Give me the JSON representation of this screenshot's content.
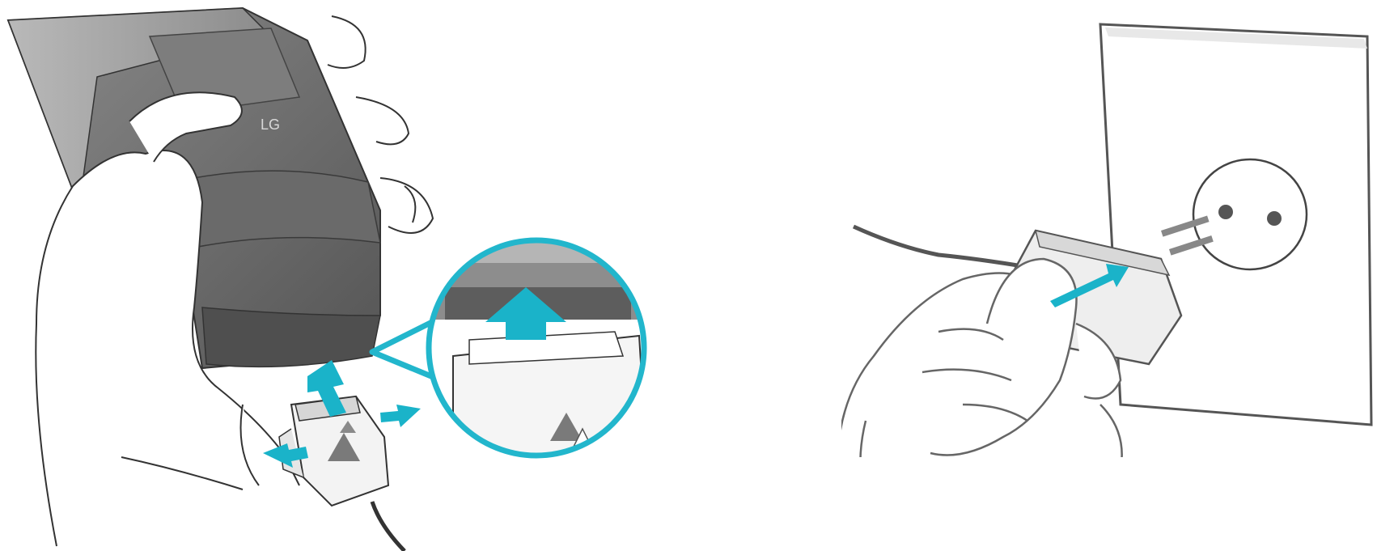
{
  "figure": {
    "panels": [
      {
        "id": "connect-charger-to-phone"
      },
      {
        "id": "plug-adapter-into-wall-outlet"
      }
    ],
    "phone_logo": "LG",
    "colors": {
      "accent_arrow": "#1ab3c9",
      "callout_ring": "#22b6cc",
      "phone_body": "#6e6e6e",
      "phone_light": "#a6a6a6",
      "outline": "#333333",
      "background": "#ffffff"
    },
    "icons": [
      "hand-icon",
      "phone-icon",
      "charger-connector-icon",
      "cable-icon",
      "arrow-icon",
      "magnifier-callout-icon",
      "wall-outlet-icon",
      "travel-adapter-icon"
    ]
  }
}
